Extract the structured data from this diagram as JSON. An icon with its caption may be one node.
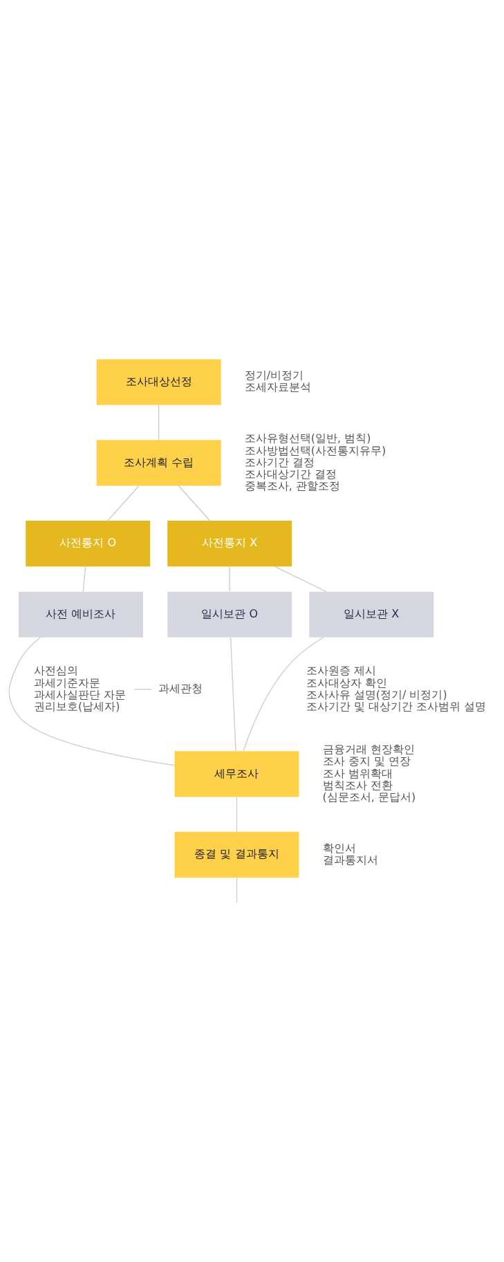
{
  "diagram": {
    "nodes": [
      {
        "text": [
          "조사대상선정"
        ],
        "beside": [
          "정기/비정기",
          "조세자료분석"
        ]
      },
      {
        "text": [
          "조사계획 수립"
        ],
        "beside": [
          "조사유형선택(일반, 범칙)",
          "조사방법선택(사전통지유무)",
          "조사기간 결정",
          "조사대상기간 결정",
          "중복조사, 관할조정"
        ]
      },
      {
        "text": [
          "사전통지 O"
        ]
      },
      {
        "text": [
          "사전통지 X"
        ]
      },
      {
        "text": [
          "사전 예비조사"
        ]
      },
      {
        "text": [
          "일시보관 O"
        ]
      },
      {
        "text": [
          "일시보관 X"
        ]
      },
      {
        "text": [
          "세무조사"
        ],
        "beside": [
          "금융거래 현장확인",
          "조사 중지 및 연장",
          "조사 범위확대",
          "범칙조사 전환",
          "(심문조서, 문답서)"
        ]
      },
      {
        "text": [
          "종결 및 결과통지"
        ],
        "beside": [
          "확인서",
          "결과통지서"
        ]
      }
    ],
    "edges": [
      {
        "from": 0,
        "to": 1,
        "arrow": "none"
      },
      {
        "from": 1,
        "to": 2,
        "arrow": "none"
      },
      {
        "from": 1,
        "to": 3,
        "arrow": "none"
      },
      {
        "from": 2,
        "to": 4,
        "arrow": "none"
      },
      {
        "from": 3,
        "to": 5,
        "arrow": "none"
      },
      {
        "from": 3,
        "to": 6,
        "arrow": "none"
      },
      {
        "from": 4,
        "to": 7,
        "arrow": "none"
      },
      {
        "from": 5,
        "to": 7,
        "arrow": "none"
      },
      {
        "from": 6,
        "to": 7,
        "arrow": "none"
      },
      {
        "from": 7,
        "to": 8,
        "arrow": "none"
      },
      {
        "from": 8,
        "to": null,
        "arrow": "none"
      }
    ],
    "labels": [
      "사전심의",
      "과세기준자문",
      "과세사실판단 자문",
      "과세관청",
      "권리보호(납세자)",
      "조사원증 제시",
      "조사대상자 확인",
      "조사사유 설명(정기/ 비정기)",
      "조사기간 및 대상기간 조사범위 설명"
    ]
  }
}
